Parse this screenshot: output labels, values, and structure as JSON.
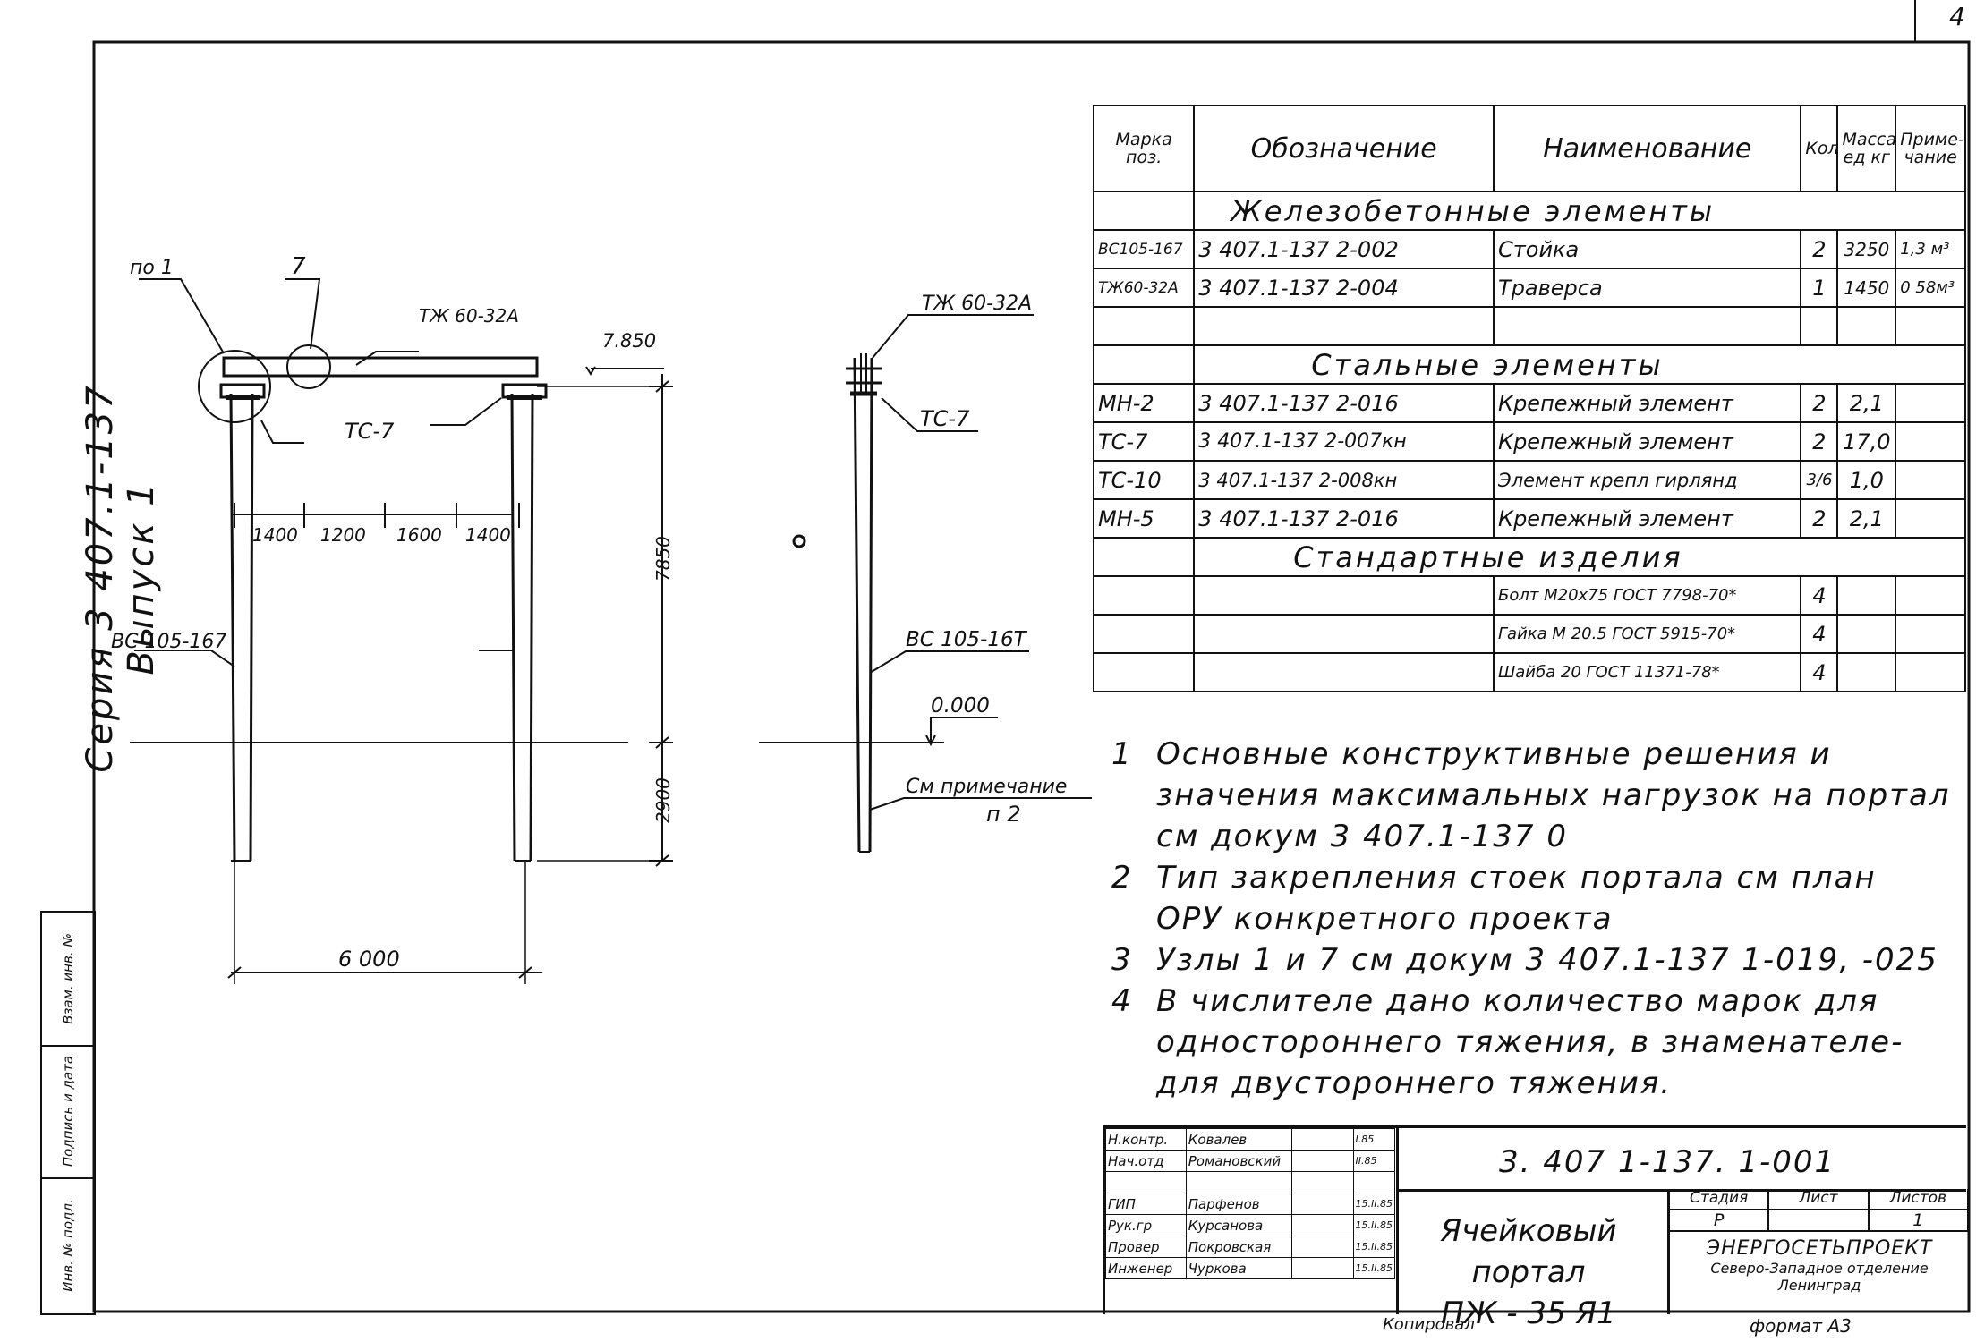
{
  "sheet": {
    "number": "4",
    "series_label": "Серия 3 407.1-137 Выпуск 1",
    "format_label": "формат А3",
    "copied_label": "Копировал",
    "side_stamp": [
      "Инв. № подл.",
      "Подпись и дата",
      "Взам. инв. №"
    ]
  },
  "front_view": {
    "callouts": {
      "node_1": "по 1",
      "node_7": "7",
      "beam": "ТЖ 60-32А",
      "bracket": "ТС-7",
      "column": "ВС 105-167"
    },
    "dims": {
      "elev_top": "7.850",
      "height_upper": "7850",
      "height_lower": "2900",
      "span": "6 000",
      "seg1": "1400",
      "seg2": "1200",
      "seg3": "1600",
      "seg4": "1400"
    }
  },
  "side_view": {
    "callouts": {
      "beam": "ТЖ 60-32А",
      "bracket": "ТС-7",
      "column": "ВС 105-16Т",
      "ground": "0.000",
      "note_ref_1": "См примечание",
      "note_ref_2": "п 2"
    }
  },
  "spec_table": {
    "headers": {
      "mark": "Марка поз.",
      "designation": "Обозначение",
      "name": "Наименование",
      "qty": "Кол",
      "mass": "Масса ед кг",
      "note": "Приме-чание"
    },
    "sections": {
      "rc": "Железобетонные элементы",
      "steel": "Стальные элементы",
      "std": "Стандартные изделия"
    },
    "rc_rows": [
      {
        "mark": "ВС105-167",
        "designation": "3 407.1-137 2-002",
        "name": "Стойка",
        "qty": "2",
        "mass": "3250",
        "note": "1,3 м³"
      },
      {
        "mark": "ТЖ60-32А",
        "designation": "3 407.1-137 2-004",
        "name": "Траверса",
        "qty": "1",
        "mass": "1450",
        "note": "0 58м³"
      }
    ],
    "steel_rows": [
      {
        "mark": "МН-2",
        "designation": "3 407.1-137 2-016",
        "name": "Крепежный элемент",
        "qty": "2",
        "mass": "2,1",
        "note": ""
      },
      {
        "mark": "ТС-7",
        "designation": "3 407.1-137 2-007кн",
        "name": "Крепежный элемент",
        "qty": "2",
        "mass": "17,0",
        "note": ""
      },
      {
        "mark": "ТС-10",
        "designation": "3 407.1-137 2-008кн",
        "name": "Элемент крепл гирлянд",
        "qty": "3/6",
        "mass": "1,0",
        "note": ""
      },
      {
        "mark": "МН-5",
        "designation": "3 407.1-137 2-016",
        "name": "Крепежный элемент",
        "qty": "2",
        "mass": "2,1",
        "note": ""
      }
    ],
    "std_rows": [
      {
        "name": "Болт М20х75 ГОСТ 7798-70*",
        "qty": "4"
      },
      {
        "name": "Гайка М 20.5 ГОСТ 5915-70*",
        "qty": "4"
      },
      {
        "name": "Шайба 20 ГОСТ 11371-78*",
        "qty": "4"
      }
    ]
  },
  "notes": [
    {
      "num": "1",
      "text": "Основные конструктивные решения и значения максимальных нагрузок на портал см докум 3 407.1-137 0"
    },
    {
      "num": "2",
      "text": "Тип закрепления стоек портала см план ОРУ конкретного проекта"
    },
    {
      "num": "3",
      "text": "Узлы 1 и 7 см докум 3 407.1-137 1-019, -025"
    },
    {
      "num": "4",
      "text": "В числителе дано количество марок для одностороннего тяжения, в знаменателе- для двустороннего тяжения."
    }
  ],
  "title_block": {
    "doc_number": "3. 407 1-137. 1-001",
    "title_line1": "Ячейковый портал",
    "title_line2": "ПЖ - 35 Я1",
    "people": [
      {
        "role": "Н.контр.",
        "name": "Ковалев",
        "date": "I.85"
      },
      {
        "role": "Нач.отд",
        "name": "Романовский",
        "date": "II.85"
      },
      {
        "role": "",
        "name": "",
        "date": ""
      },
      {
        "role": "ГИП",
        "name": "Парфенов",
        "date": "15.II.85"
      },
      {
        "role": "Рук.гр",
        "name": "Курсанова",
        "date": "15.II.85"
      },
      {
        "role": "Провер",
        "name": "Покровская",
        "date": "15.II.85"
      },
      {
        "role": "Инженер",
        "name": "Чуркова",
        "date": "15.II.85"
      }
    ],
    "stage_header": "Стадия",
    "sheet_header": "Лист",
    "sheets_header": "Листов",
    "stage": "Р",
    "sheet": "",
    "sheets": "1",
    "org1": "ЭНЕРГОСЕТЬПРОЕКТ",
    "org2": "Северо-Западное отделение",
    "org3": "Ленинград"
  }
}
